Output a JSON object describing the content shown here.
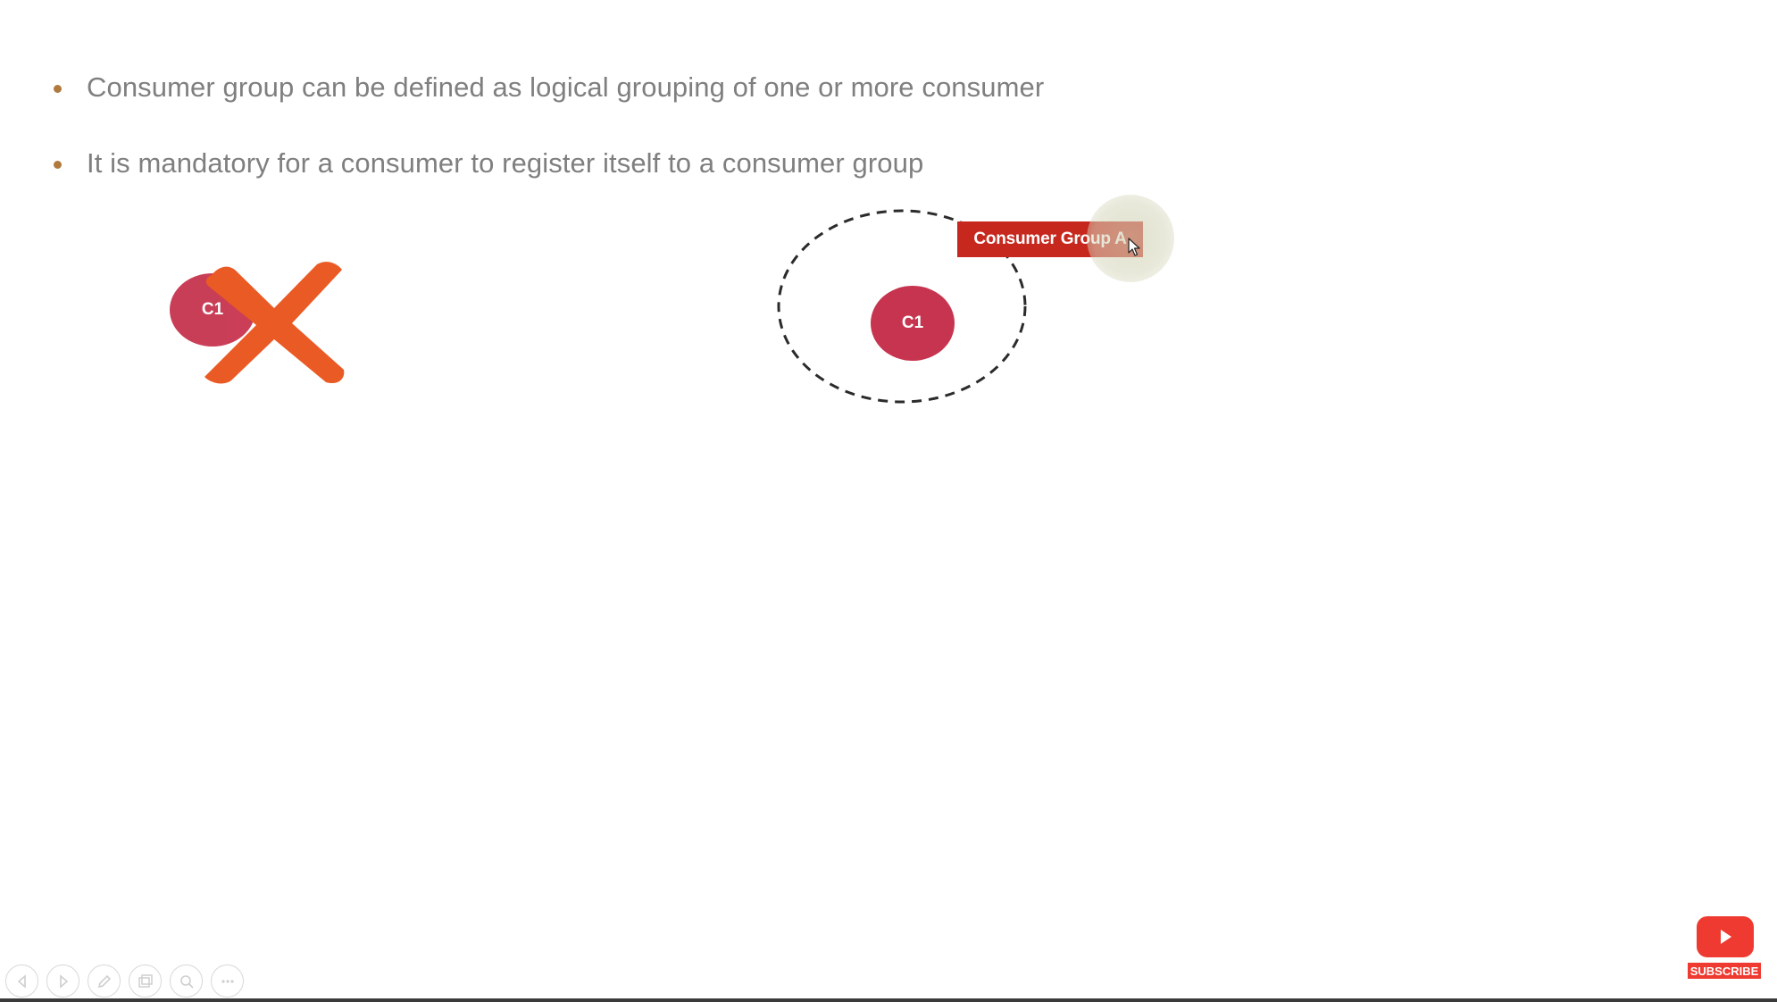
{
  "slide": {
    "bullets": [
      "Consumer group can be defined as logical grouping of one or more consumer",
      "It is mandatory for a consumer to register itself to a consumer group"
    ],
    "consumer_left_label": "C1",
    "consumer_right_label": "C1",
    "group_label": "Consumer Group A"
  },
  "colors": {
    "bullet": "#b07a3f",
    "body_text": "#7f7f7f",
    "consumer": "#c7344f",
    "cross": "#ea5a24",
    "group_label_bg": "#c6281e"
  },
  "icons": {
    "cross": "cross-icon",
    "cursor": "mouse-pointer-icon"
  },
  "toolbar": {
    "buttons": [
      "previous-slide-icon",
      "next-slide-icon",
      "pen-icon",
      "slides-icon",
      "zoom-icon",
      "more-options-icon"
    ]
  },
  "youtube": {
    "subscribe_label": "SUBSCRIBE"
  }
}
